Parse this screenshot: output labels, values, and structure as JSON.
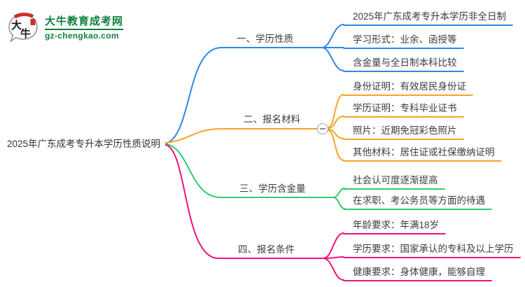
{
  "logo": {
    "icon_text": "大牛",
    "site_name": "大牛教育成考网",
    "site_url": "gz-chengkao.com",
    "brand_green": "#0e7f3c",
    "seal_red": "#c9302c"
  },
  "colors": {
    "branch1_blue": "#2f88e8",
    "branch2_orange": "#f5a623",
    "branch3_green": "#2ecc71",
    "branch4_pink": "#f0117e",
    "text": "#3c3c3c"
  },
  "mindmap": {
    "root": "2025年广东成考专升本学历性质说明",
    "branches": [
      {
        "label": "一、学历性质",
        "color": "#2f88e8",
        "children": [
          "2025年广东成考专升本学历非全日制",
          "学习形式：业余、函授等",
          "含金量与全日制本科比较"
        ]
      },
      {
        "label": "二、报名材料",
        "color": "#f5a623",
        "toggle": "collapse",
        "children": [
          "身份证明：有效居民身份证",
          "学历证明：专科毕业证书",
          "照片：近期免冠彩色照片",
          "其他材料：居住证或社保缴纳证明"
        ]
      },
      {
        "label": "三、学历含金量",
        "color": "#2ecc71",
        "children": [
          "社会认可度逐渐提高",
          "在求职、考公务员等方面的待遇"
        ]
      },
      {
        "label": "四、报名条件",
        "color": "#f0117e",
        "children": [
          "年龄要求：年满18岁",
          "学历要求：国家承认的专科及以上学历",
          "健康要求：身体健康，能够自理"
        ]
      }
    ]
  }
}
